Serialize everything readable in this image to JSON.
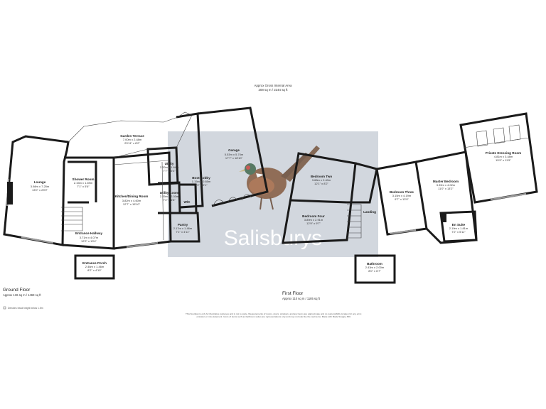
{
  "gross_area": {
    "title": "Approx Gross Internal Area",
    "value": "208 sq m / 2244 sq ft"
  },
  "ground_floor": {
    "label": "Ground Floor",
    "area": "Approx 136 sq m / 1469 sq ft"
  },
  "first_floor": {
    "label": "First Floor",
    "area": "Approx 110 sq m / 1185 sq ft"
  },
  "rooms": {
    "lounge": {
      "name": "Lounge",
      "dims": "3.98m x 7.25m",
      "imperial": "13'0\" x 23'9\""
    },
    "shower_room": {
      "name": "Shower Room",
      "dims": "2.15m x 1.69m",
      "imperial": "7'1\" x 5'6\""
    },
    "entrance_hallway": {
      "name": "Entrance Hallway",
      "dims": "3.71m x 4.07m",
      "imperial": "12'2\" x 13'4\""
    },
    "entrance_porch": {
      "name": "Entrance Porch",
      "dims": "2.46m x 1.46m",
      "imperial": "8'2\" x 4'10\""
    },
    "garden_terrace": {
      "name": "Garden Terrace",
      "dims": "7.00m x 2.48m",
      "imperial": "23'11\" x 8'2\""
    },
    "kitchen_dining": {
      "name": "Kitchen/Dining Room",
      "dims": "3.82m x 4.60m",
      "imperial": "12'7\" x 15'10\""
    },
    "utility": {
      "name": "Utility",
      "dims": "2.32m x 1.64m",
      "imperial": "7'7\" x 5'4\""
    },
    "utility_loom": {
      "name": "Utility Loom",
      "dims": "2.25m x 2.03m",
      "imperial": "7'4\" x 6'8\""
    },
    "wc": {
      "name": "W/C"
    },
    "pantry": {
      "name": "Pantry",
      "dims": "2.17m x 1.46m",
      "imperial": "7'1\" x 4'11\""
    },
    "boot_lobby": {
      "name": "Boot Lobby",
      "dims": "1.15m x 0.65m",
      "imperial": "3'9\" x 9'1\""
    },
    "garage": {
      "name": "Garage",
      "dims": "5.53m x 5.74m",
      "imperial": "17'7\" x 18'10\""
    },
    "bedroom_two": {
      "name": "Bedroom Two",
      "dims": "3.68m x 2.40m",
      "imperial": "12'1\" x 8'2\""
    },
    "bedroom_four": {
      "name": "Bedroom Four",
      "dims": "3.89m x 2.91m",
      "imperial": "12'9\" x 9'7\""
    },
    "landing": {
      "name": "Landing"
    },
    "bathroom": {
      "name": "Bathroom",
      "dims": "2.43m x 2.00m",
      "imperial": "8'0\" x 6'7\""
    },
    "bedroom_three": {
      "name": "Bedroom Three",
      "dims": "3.15m x 4.19m",
      "imperial": "9'7\" x 13'9\""
    },
    "master_bedroom": {
      "name": "Master Bedroom",
      "dims": "3.39m x 4.02m",
      "imperial": "11'0\" x 13'2\""
    },
    "en_suite": {
      "name": "En Suite",
      "dims": "2.19m x 1.81m",
      "imperial": "7'2\" x 5'11\""
    },
    "private_dressing": {
      "name": "Private Dressing Room",
      "dims": "4.81m x 3.48m",
      "imperial": "15'9\" x 11'5\""
    }
  },
  "watermark": {
    "brand": "Salisburys"
  },
  "legend": {
    "note": "Denotes head height below 1.5m"
  },
  "disclaimer": "This floorplan is only for illustrative purposes and is not to scale. Measurements of rooms, doors, windows, and any items are approximate and no responsibility is taken for any error, omission or mis-statement. Icons of items such as bathroom suites are representations only and may not look like the real items. Made with Made Snappy 360.",
  "colors": {
    "wall": "#1a1a1a",
    "watermark_panel": "#8a96a8",
    "watermark_text": "#ffffff"
  }
}
